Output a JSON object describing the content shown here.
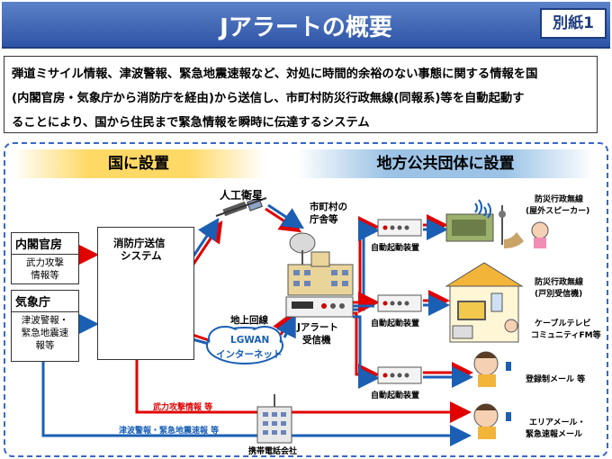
{
  "header": {
    "title": "Jアラートの概要",
    "tag": "別紙1"
  },
  "description": {
    "line1": "弾道ミサイル情報、津波警報、緊急地震速報など、対処に時間的余裕のない事態に関する情報を国",
    "line2": "(内閣官房・気象庁から消防庁を経由)から送信し、市町村防災行政無線(同報系)等を自動起動す",
    "line3": "ることにより、国から住民まで緊急情報を瞬時に伝達するシステム"
  },
  "sections": {
    "national": "国に設置",
    "local": "地方公共団体に設置"
  },
  "sources": {
    "cabinet": {
      "name": "内閣官房",
      "info": [
        "武力攻撃",
        "情報等"
      ]
    },
    "jma": {
      "name": "気象庁",
      "info": [
        "津波警報・",
        "緊急地震速",
        "報等"
      ]
    }
  },
  "fdma": {
    "line1": "消防庁送信",
    "line2": "システム"
  },
  "network": {
    "satellite": "人工衛星",
    "ground": "地上回線",
    "lgwan_1": "LGWAN",
    "lgwan_2": "インターネット"
  },
  "municipality": {
    "office_1": "市町村の",
    "office_2": "庁舎等",
    "receiver_1": "Jアラート",
    "receiver_2": "受信機"
  },
  "devices": {
    "auto1": "自動起動装置",
    "auto2": "自動起動装置",
    "auto3": "自動起動装置"
  },
  "outputs": {
    "outdoor_1": "防災行政無線",
    "outdoor_2": "(屋外スピーカー)",
    "indoor_1": "防災行政無線",
    "indoor_2": "(戸別受信機)",
    "cable_1": "ケーブルテレビ",
    "cable_2": "コミュニティFM等",
    "mail_reg": "登録制メール 等",
    "area_mail_1": "エリアメール・",
    "area_mail_2": "緊急速報メール"
  },
  "carrier": {
    "red_label": "武力攻撃情報 等",
    "blue_label": "津波警報・緊急地震速報 等",
    "company": "携帯電話会社"
  },
  "colors": {
    "red": "#e00000",
    "blue": "#1a5fb4",
    "title_bg": "#3d64b3"
  }
}
